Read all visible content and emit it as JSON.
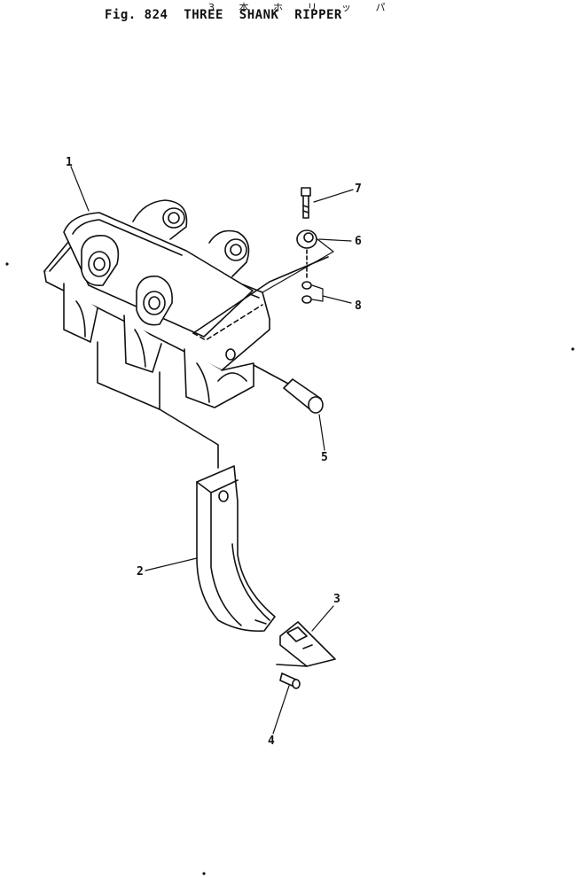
{
  "header": {
    "japanese_title": "3 本 ホ リ ッ パ",
    "figure_title": "Fig. 824  THREE  SHANK  RIPPER"
  },
  "callouts": {
    "c1": "1",
    "c2": "2",
    "c3": "3",
    "c4": "4",
    "c5": "5",
    "c6": "6",
    "c7": "7",
    "c8": "8"
  }
}
